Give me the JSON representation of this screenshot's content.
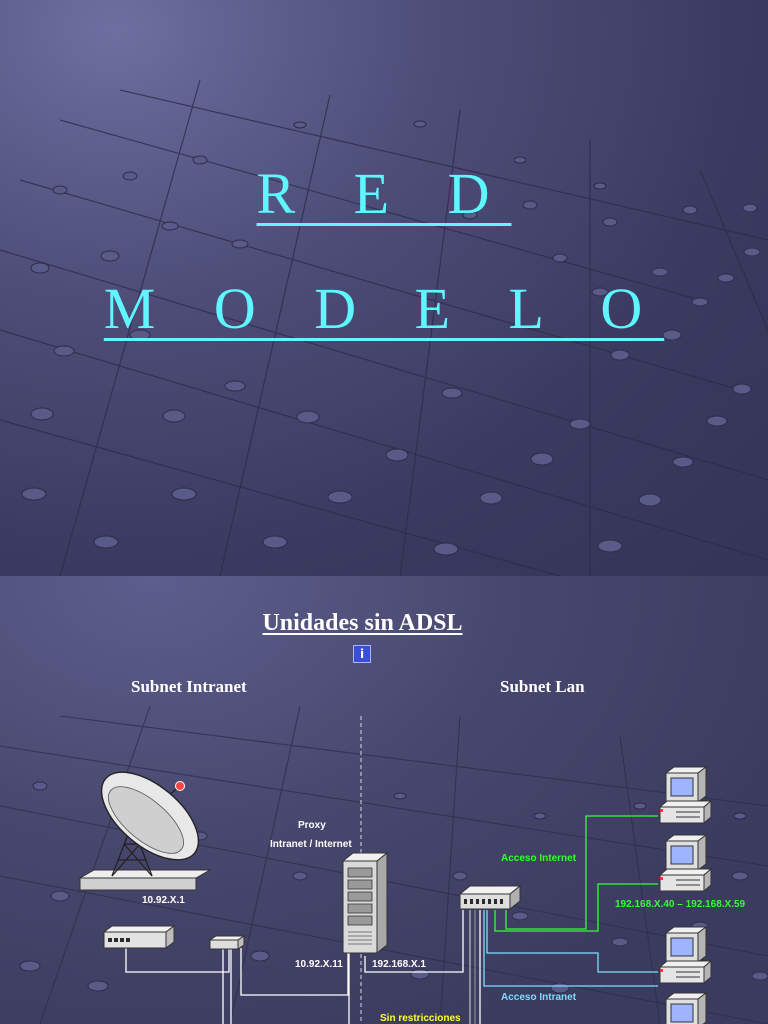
{
  "slide1": {
    "title_line1": "R E D",
    "title_line2": "M O D E L O"
  },
  "slide2": {
    "title": "Unidades sin ADSL",
    "info_icon": "info-icon",
    "subnet_intranet": "Subnet Intranet",
    "subnet_lan": "Subnet Lan",
    "labels": {
      "proxy": "Proxy",
      "intranet_internet": "Intranet / Internet",
      "ip_dish": "10.92.X.1",
      "ip_proxy_intranet": "10.92.X.11",
      "ip_proxy_lan": "192.168.X.1",
      "acceso_internet": "Acceso Internet",
      "ip_range": "192.168.X.40 – 192.168.X.59",
      "acceso_intranet": "Acceso Intranet",
      "sin_restricciones": "Sin restricciones"
    },
    "colors": {
      "title": "#5ff7ff",
      "acceso_internet": "#33ff33",
      "acceso_intranet": "#7fdcff",
      "sin_restricciones": "#ffff33"
    }
  }
}
